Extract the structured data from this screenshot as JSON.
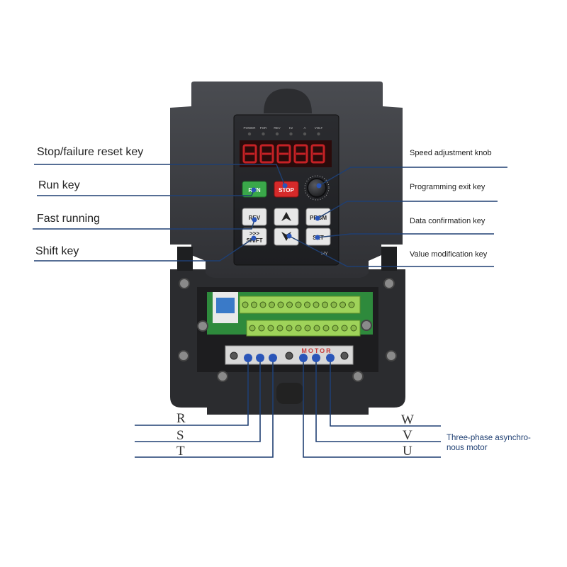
{
  "panel": {
    "indicators": [
      "POWER",
      "FOR",
      "REV",
      "Hz",
      "A",
      "VOLT"
    ],
    "keys": {
      "run": "RUN",
      "stop": "STOP",
      "rev": "REV",
      "prgm": "PRGM",
      "shift_arrows": ">>>",
      "shift": "SHIFT",
      "set": "SET"
    },
    "brand": "HY",
    "terminal_block_label": "MOTOR"
  },
  "callouts": {
    "stop_reset": "Stop/failure reset key",
    "run": "Run key",
    "fast_running": "Fast running",
    "shift": "Shift key",
    "speed_knob": "Speed adjustment knob",
    "prog_exit": "Programming exit key",
    "data_confirm": "Data confirmation key",
    "value_modify": "Value modification key"
  },
  "wiring": {
    "input_labels": [
      "R",
      "S",
      "T"
    ],
    "output_labels": [
      "W",
      "V",
      "U"
    ],
    "motor_label": "Three-phase asynchro-nous motor"
  },
  "colors": {
    "housing": "#3c3e42",
    "housing_dark": "#2a2b2e",
    "display_red": "#e0262a",
    "run_key": "#3aa84a",
    "stop_key": "#d62a2a",
    "pcb_green": "#2e8a3c",
    "terminal_green": "#9fd35a",
    "callout_line": "#1f3f72",
    "dot_blue": "#2a55b8"
  }
}
